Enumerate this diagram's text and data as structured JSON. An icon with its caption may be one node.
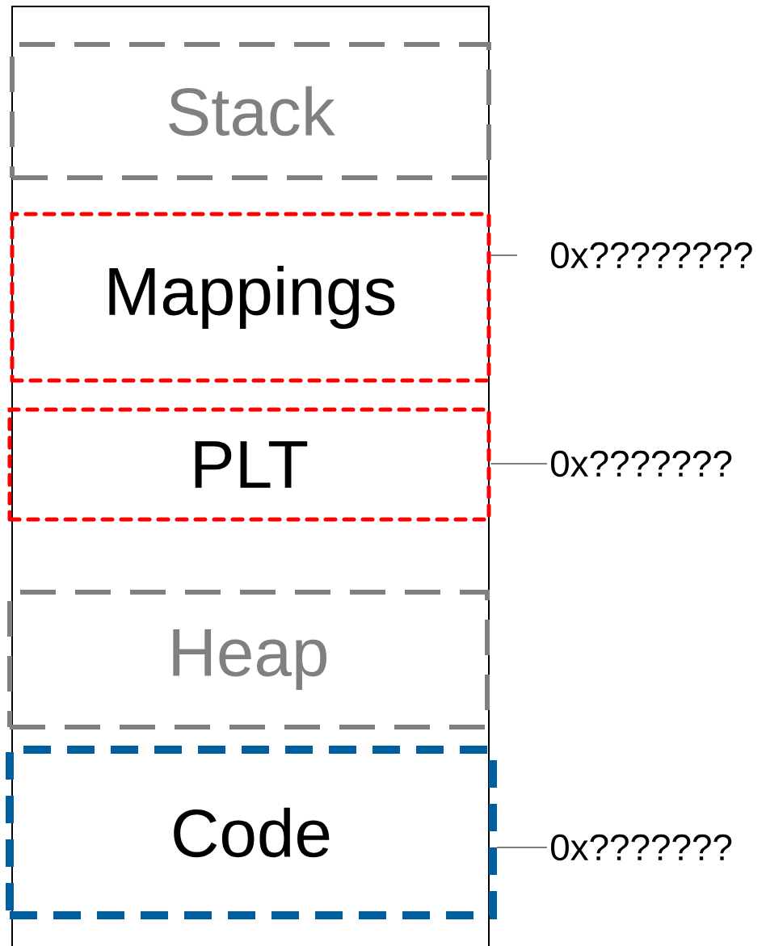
{
  "diagram": {
    "nodes": [
      {
        "text": [
          "Stack"
        ]
      },
      {
        "text": [
          "Mappings"
        ]
      },
      {
        "text": [
          "PLT"
        ]
      },
      {
        "text": [
          "Heap"
        ]
      },
      {
        "text": [
          "Code"
        ]
      },
      {
        "text": [
          "0x????????"
        ]
      },
      {
        "text": [
          "0x???????"
        ]
      },
      {
        "text": [
          "0x???????"
        ]
      }
    ],
    "edges": [
      {
        "from": 5,
        "to": 1,
        "arrow": "none"
      },
      {
        "from": 6,
        "to": 2,
        "arrow": "none"
      },
      {
        "from": 7,
        "to": 4,
        "arrow": "none"
      }
    ]
  }
}
